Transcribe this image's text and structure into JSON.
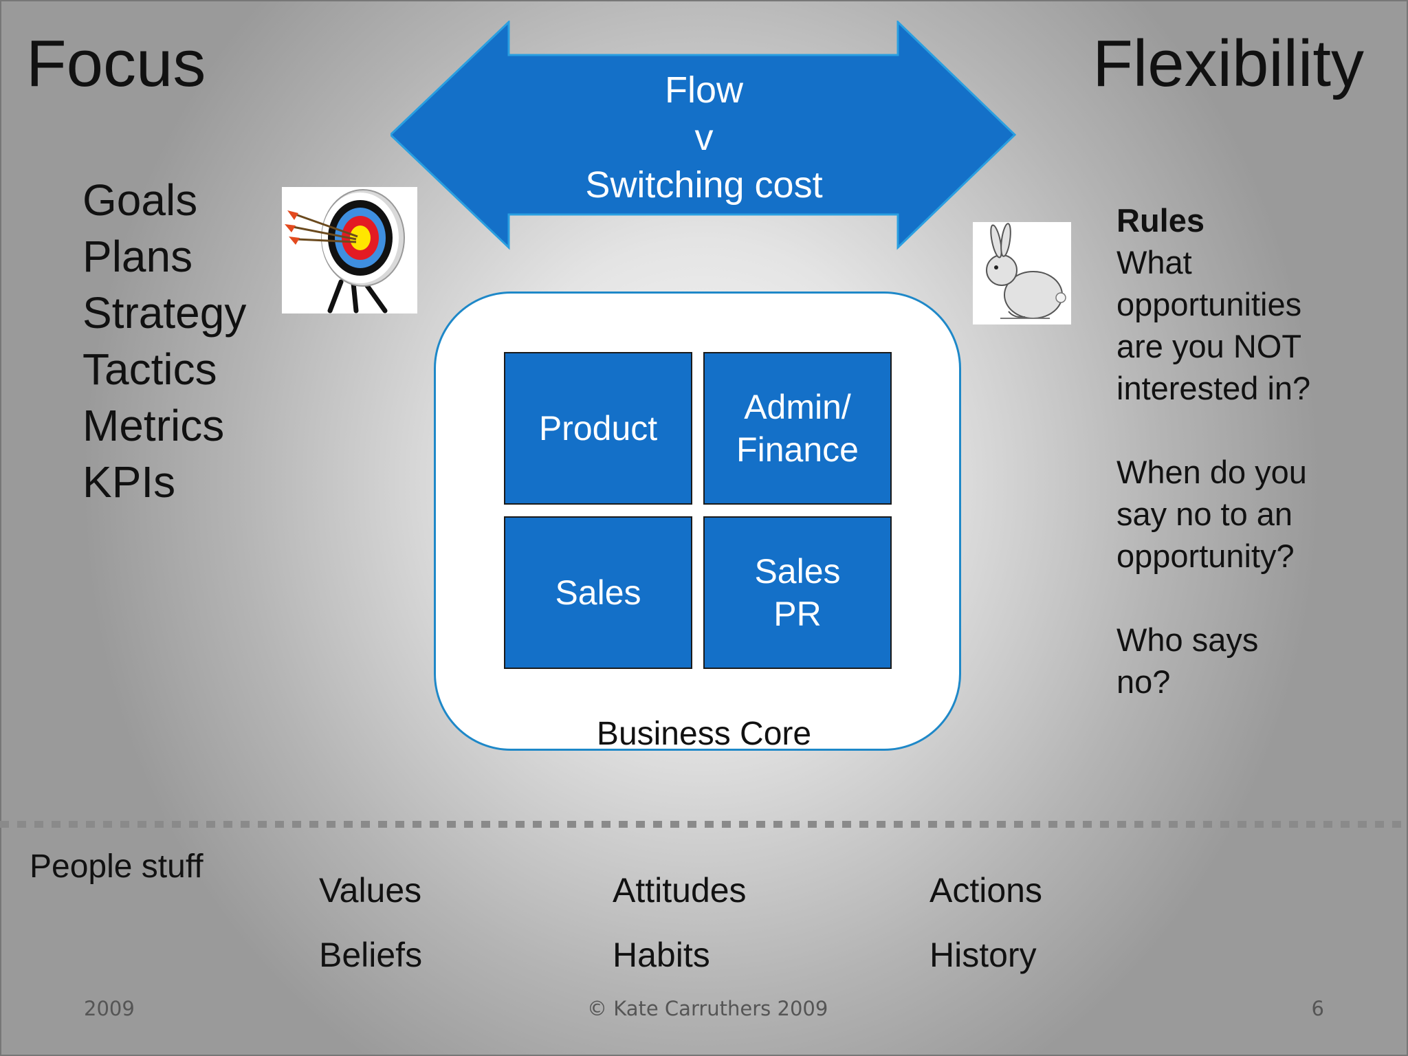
{
  "titles": {
    "left": "Focus",
    "right": "Flexibility"
  },
  "focus_items": [
    "Goals",
    "Plans",
    "Strategy",
    "Tactics",
    "Metrics",
    "KPIs"
  ],
  "arrow": {
    "line1": "Flow",
    "line2": "v",
    "line3": "Switching cost",
    "fill": "#1470c8"
  },
  "core": {
    "label": "Business Core",
    "product": "Product",
    "admin_line1": "Admin/",
    "admin_line2": "Finance",
    "sales": "Sales",
    "salespr_line1": "Sales",
    "salespr_line2": "PR"
  },
  "rules": {
    "heading": "Rules",
    "q1": [
      "What",
      "opportunities",
      "are you NOT",
      "interested in?"
    ],
    "q2": [
      "When do you",
      "say no to an",
      "opportunity?"
    ],
    "q3": [
      "Who says",
      "no?"
    ]
  },
  "people": {
    "label": "People stuff",
    "words": [
      "Values",
      "Attitudes",
      "Actions",
      "Beliefs",
      "Habits",
      "History"
    ]
  },
  "footer": {
    "left": "2009",
    "center": "© Kate Carruthers  2009",
    "right": "6"
  },
  "icons": {
    "target": "archery-target-icon",
    "rabbit": "rabbit-icon"
  }
}
